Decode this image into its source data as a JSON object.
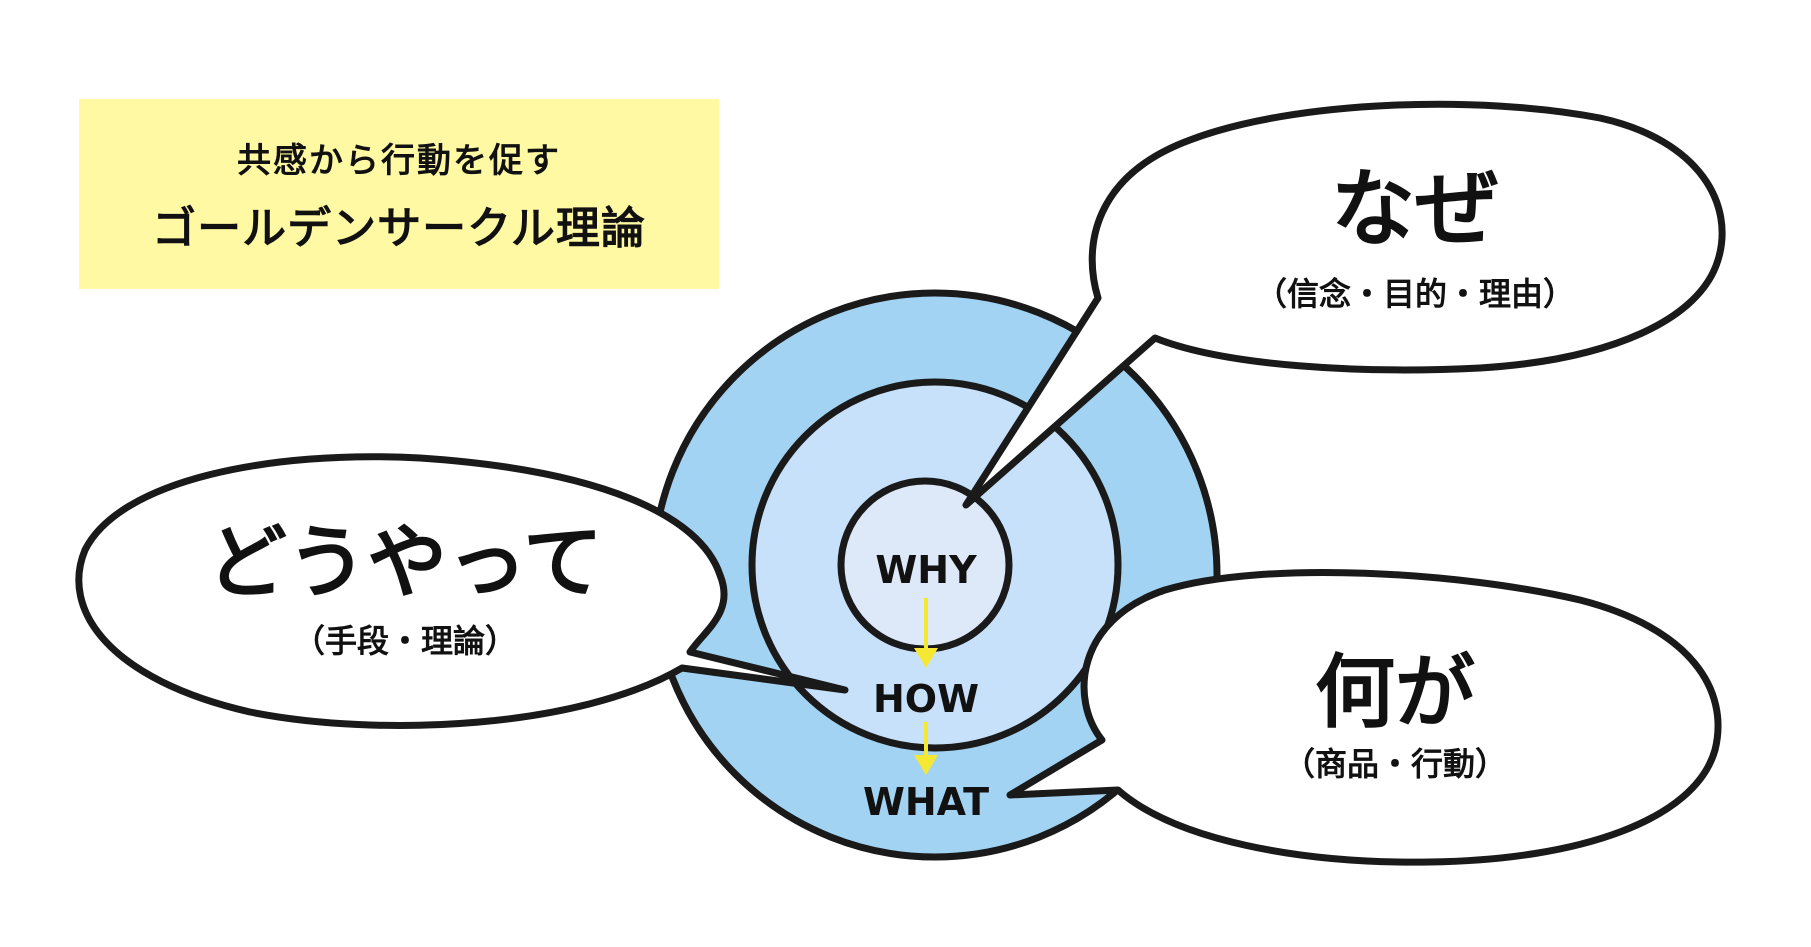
{
  "title_box": {
    "subtitle": "共感から行動を促す",
    "title": "ゴールデンサークル理論",
    "background_color": "#fff9a3"
  },
  "circles": {
    "outer_label": "WHAT",
    "middle_label": "HOW",
    "inner_label": "WHY",
    "outer_color": "#a3d3f2",
    "middle_color": "#c8e1fb",
    "inner_color": "#dde9f8",
    "arrow_color": "#f5e832"
  },
  "bubbles": {
    "why": {
      "heading": "なぜ",
      "detail": "（信念・目的・理由）"
    },
    "how": {
      "heading": "どうやって",
      "detail": "（手段・理論）"
    },
    "what": {
      "heading": "何が",
      "detail": "（商品・行動）"
    }
  }
}
